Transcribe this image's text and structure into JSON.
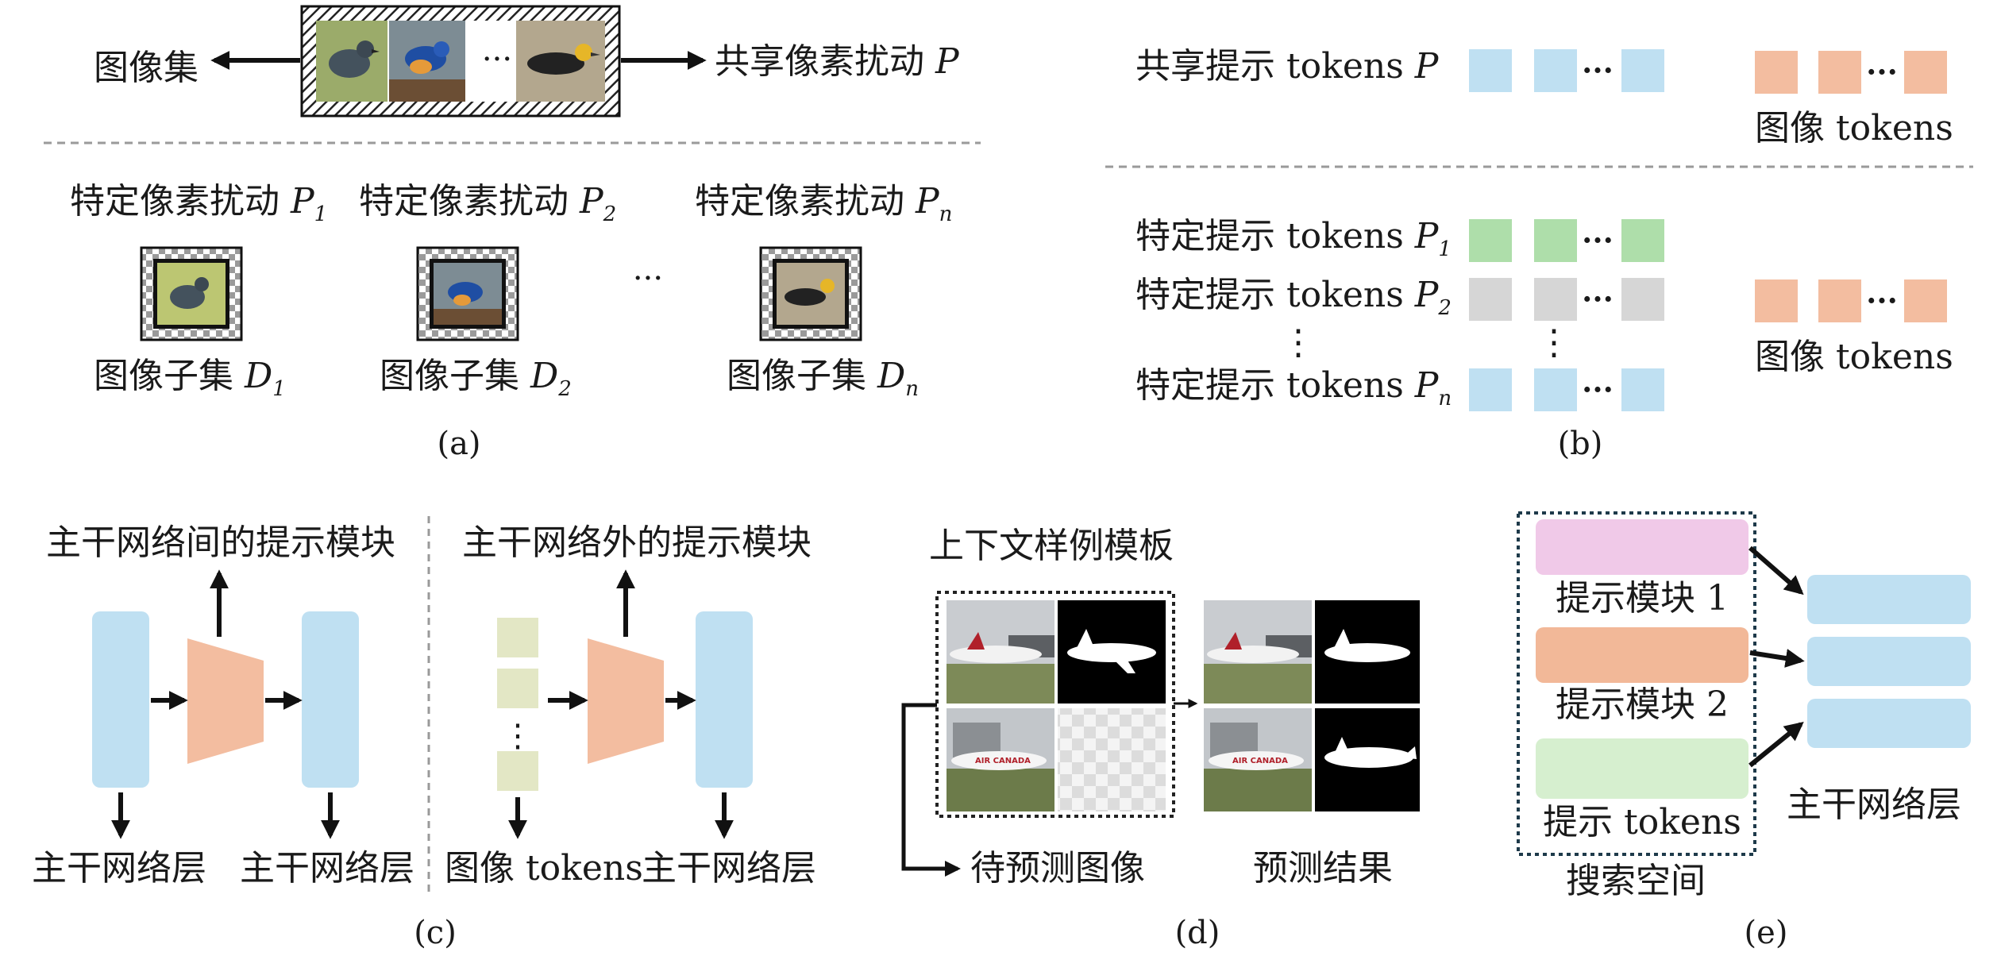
{
  "panel_a": {
    "left_label": "图像集",
    "shared_label": "共享像素扰动",
    "shared_sym": "P",
    "ellipsis": "···",
    "specific_label_1": "特定像素扰动",
    "specific_label_2": "特定像素扰动",
    "specific_label_n": "特定像素扰动",
    "p_sym": "P",
    "sub_1": "1",
    "sub_2": "2",
    "sub_n": "n",
    "subset_label_1": "图像子集",
    "subset_label_2": "图像子集",
    "subset_label_n": "图像子集",
    "d_sym": "D",
    "caption": "(a)"
  },
  "panel_b": {
    "shared_label": "共享提示 tokens",
    "shared_sym": "P",
    "image_tokens_1": "图像 tokens",
    "specific_1": "特定提示 tokens",
    "specific_2": "特定提示 tokens",
    "specific_n": "特定提示 tokens",
    "p_sym": "P",
    "sub_1": "1",
    "sub_2": "2",
    "sub_n": "n",
    "vdots": "⋮",
    "ellipsis": "···",
    "image_tokens_2": "图像 tokens",
    "caption": "(b)"
  },
  "panel_c": {
    "left_title": "主干网络间的提示模块",
    "right_title": "主干网络外的提示模块",
    "bottom_1": "主干网络层",
    "bottom_2": "主干网络层",
    "bottom_3": "图像 tokens",
    "bottom_4": "主干网络层",
    "vdots": "⋮",
    "caption": "(c)"
  },
  "panel_d": {
    "title": "上下文样例模板",
    "bottom_left": "待预测图像",
    "bottom_right": "预测结果",
    "plane_text": "AIR CANADA",
    "caption": "(d)"
  },
  "panel_e": {
    "module_1": "提示模块 1",
    "module_2": "提示模块 2",
    "tokens": "提示 tokens",
    "backbone": "主干网络层",
    "search_space": "搜索空间",
    "caption": "(e)"
  },
  "colors": {
    "blue": "#bfe0f2",
    "salmon": "#f3bda0",
    "green": "#aedeaa",
    "gray": "#d6d6d6",
    "olive": "#e3e7c5",
    "pink": "#f0c9e8",
    "green_light": "#d6efcf",
    "peach": "#f2b898"
  }
}
